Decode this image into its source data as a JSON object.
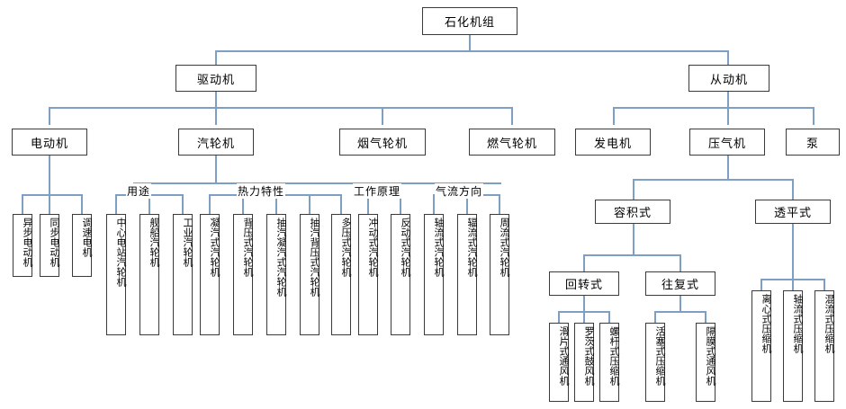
{
  "diagram": {
    "title": "石化机组",
    "type": "tree-hierarchy",
    "colors": {
      "line": "#7d9fc4",
      "box_border": "#3a3a3a",
      "text": "#000000",
      "background": "#ffffff"
    },
    "root": "石化机组",
    "level2": {
      "left": "驱动机",
      "right": "从动机"
    },
    "level3": {
      "drive": [
        "电动机",
        "汽轮机",
        "烟气轮机",
        "燃气轮机"
      ],
      "driven": [
        "发电机",
        "压气机",
        "泵"
      ]
    },
    "group_labels": [
      "用途",
      "热力特性",
      "工作原理",
      "气流方向"
    ],
    "motor_leaves": [
      "异步电动机",
      "同步电动机",
      "调速电机"
    ],
    "steam_groups": [
      {
        "label": "用途",
        "leaves": [
          "中心电站汽轮机",
          "舰船汽轮机",
          "工业汽轮机"
        ]
      },
      {
        "label": "热力特性",
        "leaves": [
          "凝汽式汽轮机",
          "背压式汽轮机",
          "抽汽凝汽式汽轮机",
          "抽汽背压式汽轮机",
          "多压式汽轮机"
        ]
      },
      {
        "label": "工作原理",
        "leaves": [
          "冲动式汽轮机",
          "反动式汽轮机"
        ]
      },
      {
        "label": "气流方向",
        "leaves": [
          "轴流式汽轮机",
          "辐流式汽轮机",
          "周流式汽轮机"
        ]
      }
    ],
    "compressor": {
      "node": "压气机",
      "volumetric": "容积式",
      "turbo": "透平式",
      "rotary": "回转式",
      "reciprocating": "往复式",
      "rotary_leaves": [
        "滑片式通风机",
        "罗茨式鼓风机",
        "螺杆式压缩机"
      ],
      "recip_leaves": [
        "活塞式压缩机",
        "隔膜式通风机"
      ],
      "turbo_leaves": [
        "离心式压缩机",
        "轴流式压缩机",
        "混流式压缩机"
      ]
    }
  }
}
